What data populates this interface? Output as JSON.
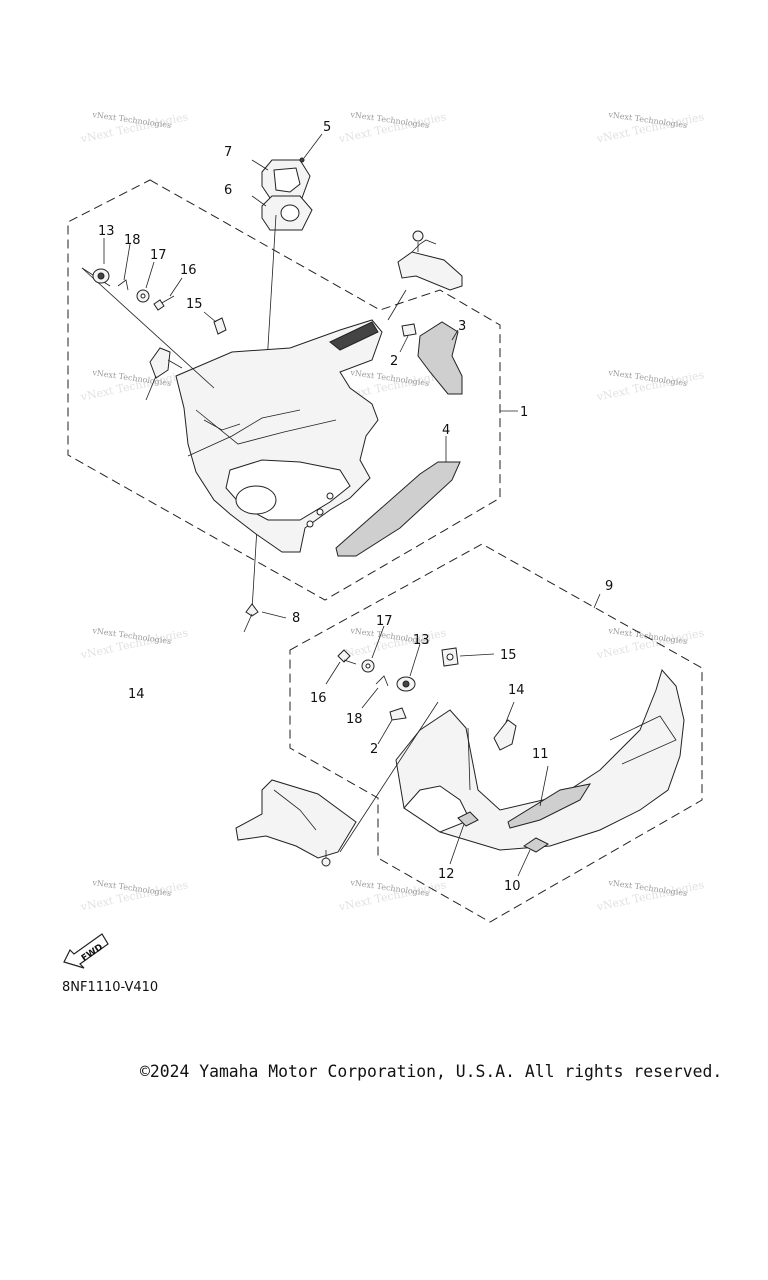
{
  "diagram_code": "8NF1110-V410",
  "copyright": "©2024 Yamaha Motor Corporation, U.S.A. All rights reserved.",
  "fwd_label": "FWD",
  "watermark": "vNext Technologies",
  "callouts": {
    "c1": "1",
    "c2a": "2",
    "c2b": "2",
    "c3": "3",
    "c4": "4",
    "c5": "5",
    "c6": "6",
    "c7": "7",
    "c8": "8",
    "c9": "9",
    "c10": "10",
    "c11": "11",
    "c12": "12",
    "c13a": "13",
    "c13b": "13",
    "c14a": "14",
    "c14b": "14",
    "c15a": "15",
    "c15b": "15",
    "c16a": "16",
    "c16b": "16",
    "c17a": "17",
    "c17b": "17",
    "c18a": "18",
    "c18b": "18"
  },
  "colors": {
    "line": "#222222",
    "watermark": "#9a9a9a",
    "background": "#ffffff"
  }
}
